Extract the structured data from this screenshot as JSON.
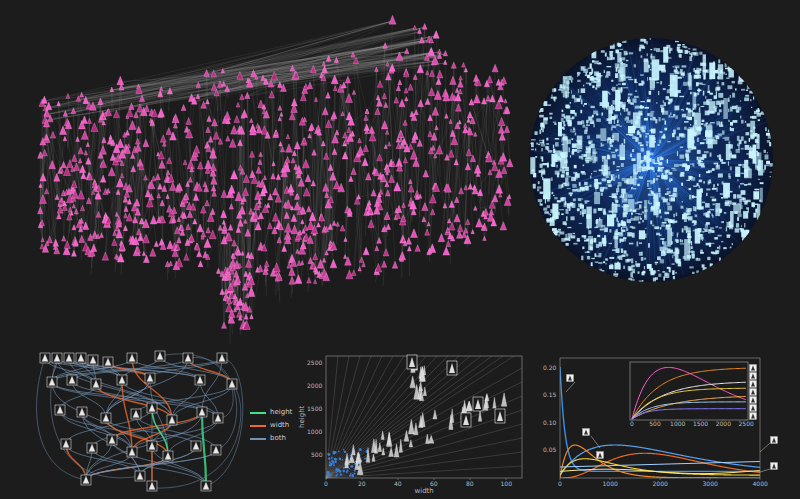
{
  "diagram": {
    "labels": [
      "0",
      "20",
      "40",
      "60",
      "80",
      "100",
      "width",
      "500",
      "1000",
      "1500",
      "2000",
      "2500",
      "height",
      "0.05",
      "0.10",
      "0.15",
      "0.20",
      "0",
      "1000",
      "2000",
      "3000",
      "4000",
      "0",
      "500",
      "1000",
      "1500",
      "2000",
      "2500"
    ],
    "legend": [
      {
        "text": "height"
      },
      {
        "text": "width"
      },
      {
        "text": "both"
      }
    ]
  }
}
